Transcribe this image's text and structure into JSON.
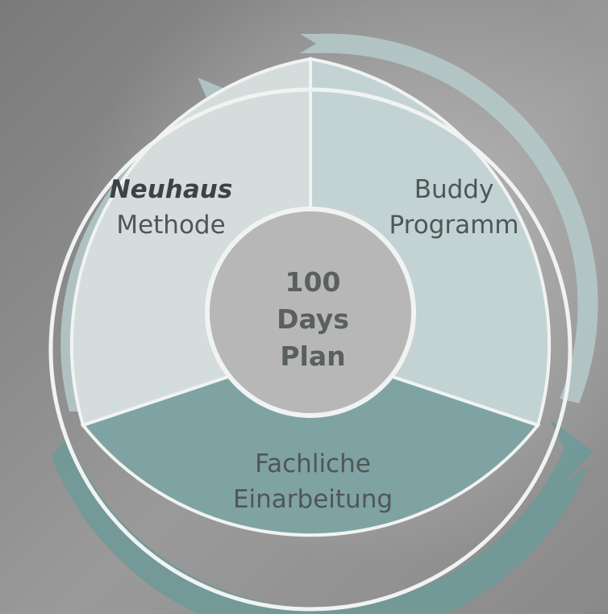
{
  "diagram": {
    "center": {
      "line1": "100",
      "line2": "Days",
      "line3": "Plan"
    },
    "segments": [
      {
        "bold": "Neuhaus",
        "text": "Methode",
        "color": "#d4dcdc"
      },
      {
        "line1": "Buddy",
        "line2": "Programm",
        "color": "#c3d3d3"
      },
      {
        "line1": "Fachliche",
        "line2": "Einarbeitung",
        "color": "#7ea3a2"
      }
    ],
    "colors": {
      "ring_light": "#b5cbca",
      "ring_dark": "#6f9998",
      "center_fill": "#b7b7b7",
      "border": "#f1f3f3",
      "background": "#8d8d8d"
    }
  }
}
